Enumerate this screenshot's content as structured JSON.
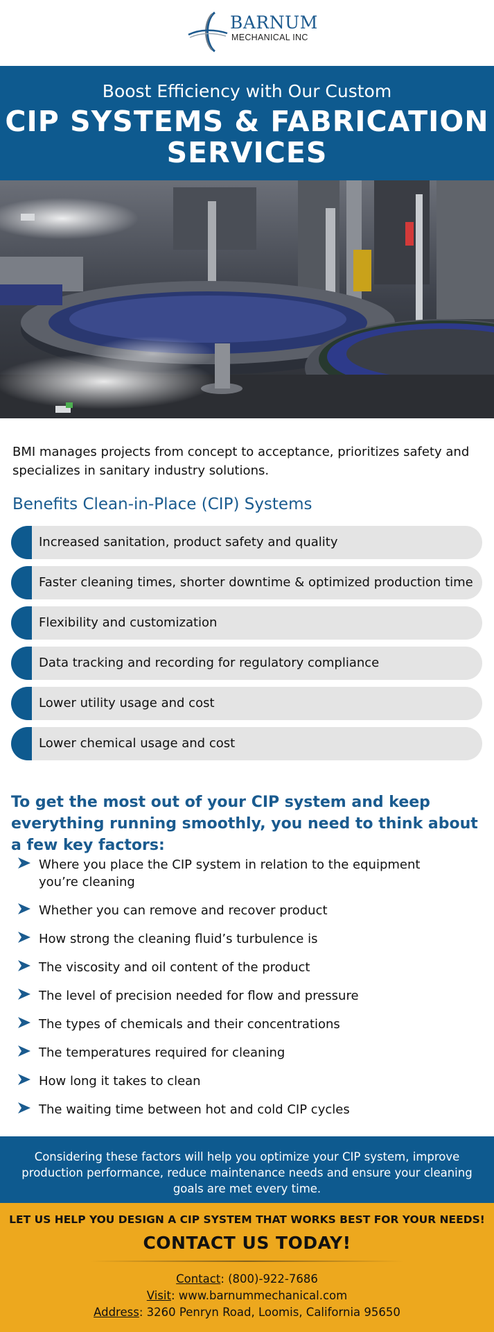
{
  "brand": {
    "name": "BARNUM",
    "sub": "MECHANICAL INC"
  },
  "hero": {
    "subtitle": "Boost Efficiency with Our Custom",
    "title_line1": "CIP SYSTEMS & FABRICATION",
    "title_line2": "SERVICES"
  },
  "intro": "BMI manages projects from concept to acceptance, prioritizes safety and specializes in sanitary industry solutions.",
  "benefits": {
    "title": "Benefits Clean-in-Place (CIP) Systems",
    "items": [
      "Increased sanitation, product safety and quality",
      "Faster cleaning times, shorter downtime & optimized production time",
      "Flexibility and customization",
      "Data tracking and recording for regulatory compliance",
      "Lower utility usage and cost",
      "Lower chemical usage and cost"
    ]
  },
  "factors": {
    "title": "To get the most out of your CIP system and keep everything running smoothly, you need to think about a few key factors:",
    "items": [
      "Where you place the CIP system in relation to the equipment you’re cleaning",
      "Whether you can remove and recover product",
      "How strong the cleaning fluid’s turbulence is",
      "The viscosity and oil content of the product",
      "The level of precision needed for flow and pressure",
      "The types of chemicals and their concentrations",
      "The temperatures required for cleaning",
      "How long it takes to clean",
      "The waiting time between hot and cold CIP cycles"
    ]
  },
  "closing": "Considering these factors will help you optimize your CIP system, improve production performance, reduce maintenance needs and ensure your cleaning goals are met every time.",
  "cta": {
    "lead": "LET US HELP YOU DESIGN A CIP SYSTEM THAT WORKS BEST FOR YOUR NEEDS!",
    "title": "CONTACT US TODAY!",
    "contact_label": "Contact",
    "contact_value": ": (800)-922-7686",
    "visit_label": "Visit",
    "visit_value": ": www.barnummechanical.com",
    "address_label": "Address",
    "address_value": ": 3260 Penryn Road, Loomis, California 95650"
  },
  "colors": {
    "brand_blue": "#0e5a8f",
    "heading_blue": "#1a5b8f",
    "cta_gold": "#eda81e",
    "pill_gray": "#e4e4e4"
  },
  "icons": {
    "logo": "barnum-swoosh-logo",
    "bullet": "arrow-bullet-icon"
  }
}
